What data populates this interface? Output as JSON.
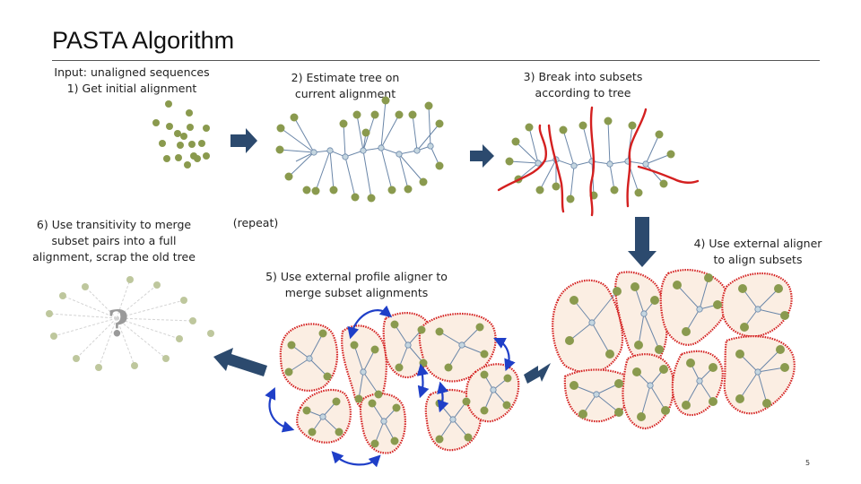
{
  "title": "PASTA Algorithm",
  "steps": {
    "input": "Input: unaligned sequences",
    "s1": "1) Get initial alignment",
    "s2_line1": "2) Estimate tree on",
    "s2_line2": "current alignment",
    "s3_line1": "3) Break into subsets",
    "s3_line2": "according to tree",
    "s4_line1": "4) Use external aligner",
    "s4_line2": "to align subsets",
    "s5_line1": "5) Use external profile aligner to",
    "s5_line2": "merge subset alignments",
    "s6_line1": "6) Use transitivity to merge",
    "s6_line2": "subset pairs into a full",
    "s6_line3": "alignment, scrap the old tree",
    "repeat": "(repeat)"
  },
  "unknown_tree_symbol": "?",
  "page_number": "5",
  "colors": {
    "leaf": "#8a9a4e",
    "internal_node": "#c5d6e0",
    "edge": "#6a86a8",
    "subset_outline": "#d42020",
    "subset_fill": "#fbeee3",
    "arrow": "#2c4a6e",
    "merge_arrow": "#1f3fc8"
  }
}
